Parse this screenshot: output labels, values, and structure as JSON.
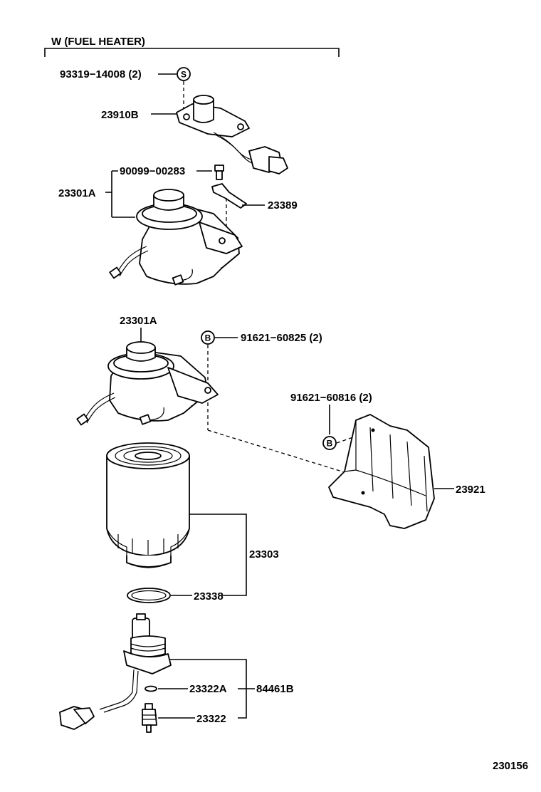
{
  "section": {
    "title": "W (FUEL  HEATER)"
  },
  "labels": {
    "bolt_top": "93319−14008 (2)",
    "sensor": "23910B",
    "screw": "90099−00283",
    "housing_top": "23301A",
    "bracket_small": "23389",
    "housing_mid": "23301A",
    "bolt_mid": "91621−60825 (2)",
    "bolt_guard": "91621−60816 (2)",
    "guard": "23921",
    "filter": "23303",
    "gasket": "23338",
    "oring": "23322A",
    "kit": "84461B",
    "switch": "23322"
  },
  "symbols": {
    "s_circle": "S",
    "b_circle_mid": "B",
    "b_circle_guard": "B"
  },
  "diagram_code": "230156"
}
